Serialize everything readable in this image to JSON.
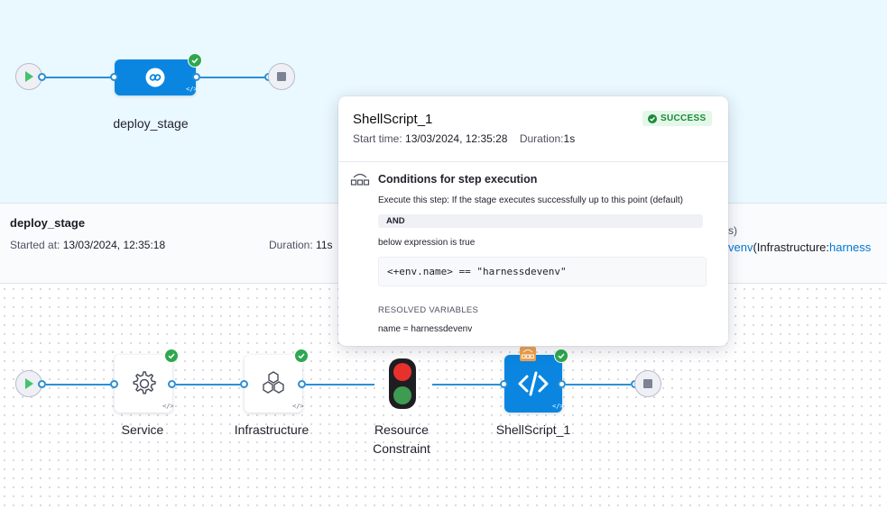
{
  "stage_graph": {
    "stage_name": "deploy_stage"
  },
  "stage_info": {
    "title": "deploy_stage",
    "started_label": "Started at:",
    "started_value": "13/03/2024, 12:35:18",
    "duration_label": "Duration:",
    "duration_value": "11s",
    "right_fragment_top": "s)",
    "right_fragment_env": "venv",
    "right_fragment_infra_label": "(Infrastructure:",
    "right_fragment_infra_value": "harness"
  },
  "execution_steps": [
    {
      "label": "Service",
      "status": "success",
      "icon": "gear-icon"
    },
    {
      "label": "Infrastructure",
      "status": "success",
      "icon": "hexagons-icon"
    },
    {
      "label": "Resource",
      "label2": "Constraint",
      "icon": "traffic-light-icon"
    },
    {
      "label": "ShellScript_1",
      "status": "success",
      "icon": "code-icon"
    }
  ],
  "popover": {
    "title": "ShellScript_1",
    "status": "SUCCESS",
    "start_label": "Start time:",
    "start_value": "13/03/2024, 12:35:28",
    "duration_label": "Duration:",
    "duration_value": "1s",
    "conditions_title": "Conditions for step execution",
    "execute_line": "Execute this step: If the stage executes successfully up to this point (default)",
    "and_label": "AND",
    "expression_line": "below expression is true",
    "expression": "<+env.name> == \"harnessdevenv\"",
    "resolved_header": "RESOLVED VARIABLES",
    "resolved_value": "name = harnessdevenv"
  },
  "colors": {
    "accent": "#0a86e0",
    "wire": "#2b8fd6",
    "success": "#2ea84f",
    "stage_bg": "#eaf8ff"
  }
}
